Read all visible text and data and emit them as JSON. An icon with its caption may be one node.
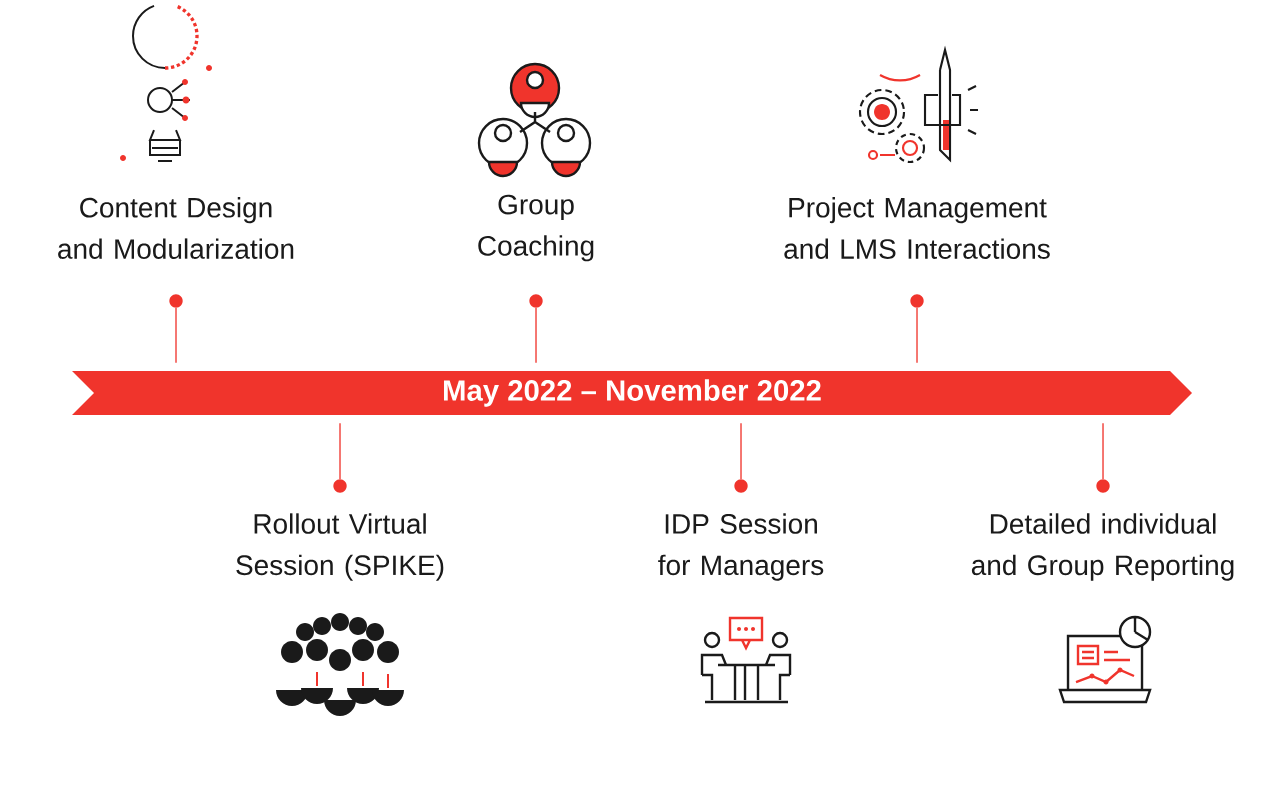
{
  "diagram": {
    "nodes": [
      {
        "text": [
          "May 2022 – November 2022"
        ]
      },
      {
        "text": [],
        "shape": "circle",
        "beside": [
          "Content Design and Modularization"
        ]
      },
      {
        "text": [],
        "shape": "circle",
        "beside": [
          "Group Coaching"
        ]
      },
      {
        "text": [],
        "shape": "circle",
        "beside": [
          "Project Management and LMS Interactions"
        ]
      },
      {
        "text": [],
        "shape": "circle",
        "beside": [
          "Rollout Virtual Session (SPIKE)"
        ]
      },
      {
        "text": [],
        "shape": "circle",
        "beside": [
          "IDP Session for Managers"
        ]
      },
      {
        "text": [],
        "shape": "circle",
        "beside": [
          "Detailed individual and Group Reporting"
        ]
      }
    ],
    "edges": [
      {
        "from": 1,
        "to": 0,
        "arrow": "none"
      },
      {
        "from": 2,
        "to": 0,
        "arrow": "none"
      },
      {
        "from": 3,
        "to": 0,
        "arrow": "none"
      },
      {
        "from": 4,
        "to": 0,
        "arrow": "none"
      },
      {
        "from": 5,
        "to": 0,
        "arrow": "none"
      },
      {
        "from": 6,
        "to": 0,
        "arrow": "none"
      }
    ]
  }
}
